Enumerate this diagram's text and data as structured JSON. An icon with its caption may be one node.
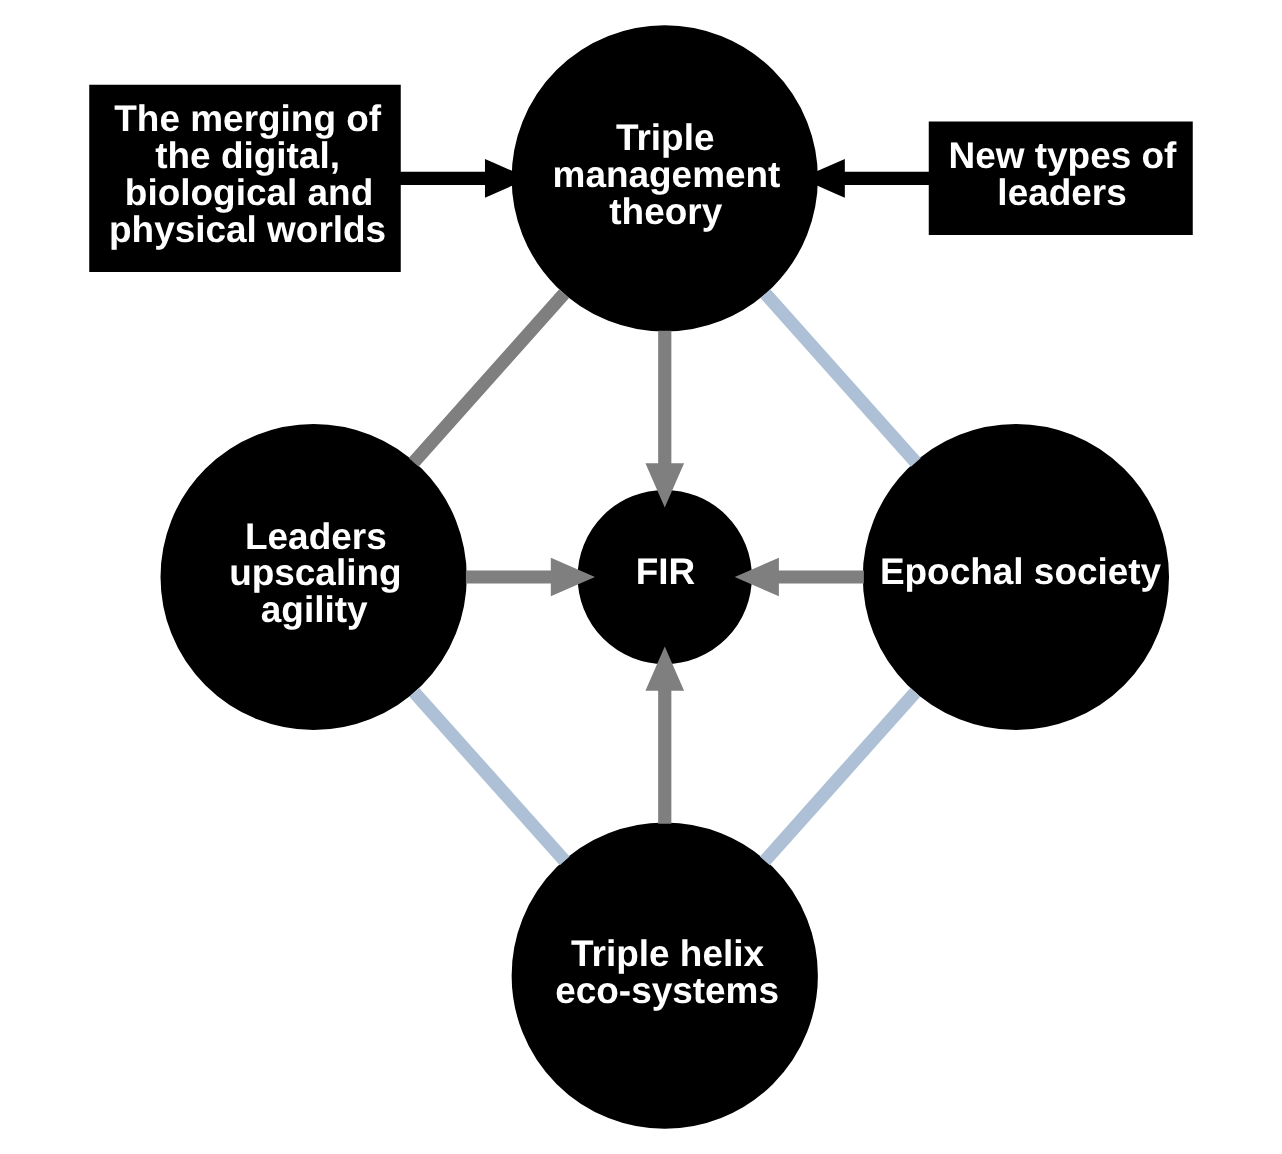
{
  "diagram": {
    "nodes": [
      {
        "text": [
          "The merging of the digital, biological and physical worlds"
        ]
      },
      {
        "text": [
          "Triple management theory"
        ]
      },
      {
        "text": [
          "New types of leaders"
        ]
      },
      {
        "text": [
          "Leaders upscaling agility"
        ]
      },
      {
        "text": [
          "FIR"
        ]
      },
      {
        "text": [
          "Epochal society"
        ]
      },
      {
        "text": [
          "Triple helix eco-systems"
        ]
      }
    ],
    "edges": [
      {
        "from": 0,
        "to": 1,
        "arrow": "to",
        "color": "#000000"
      },
      {
        "from": 2,
        "to": 1,
        "arrow": "to",
        "color": "#000000"
      },
      {
        "from": 1,
        "to": 3,
        "arrow": "none"
      },
      {
        "from": 1,
        "to": 5,
        "arrow": "none",
        "color": "#adc0d6"
      },
      {
        "from": 1,
        "to": 4,
        "arrow": "to"
      },
      {
        "from": 3,
        "to": 4,
        "arrow": "to"
      },
      {
        "from": 5,
        "to": 4,
        "arrow": "to"
      },
      {
        "from": 3,
        "to": 6,
        "arrow": "none",
        "color": "#adc0d6"
      },
      {
        "from": 5,
        "to": 6,
        "arrow": "none",
        "color": "#adc0d6"
      },
      {
        "from": 6,
        "to": 4,
        "arrow": "to"
      }
    ]
  }
}
